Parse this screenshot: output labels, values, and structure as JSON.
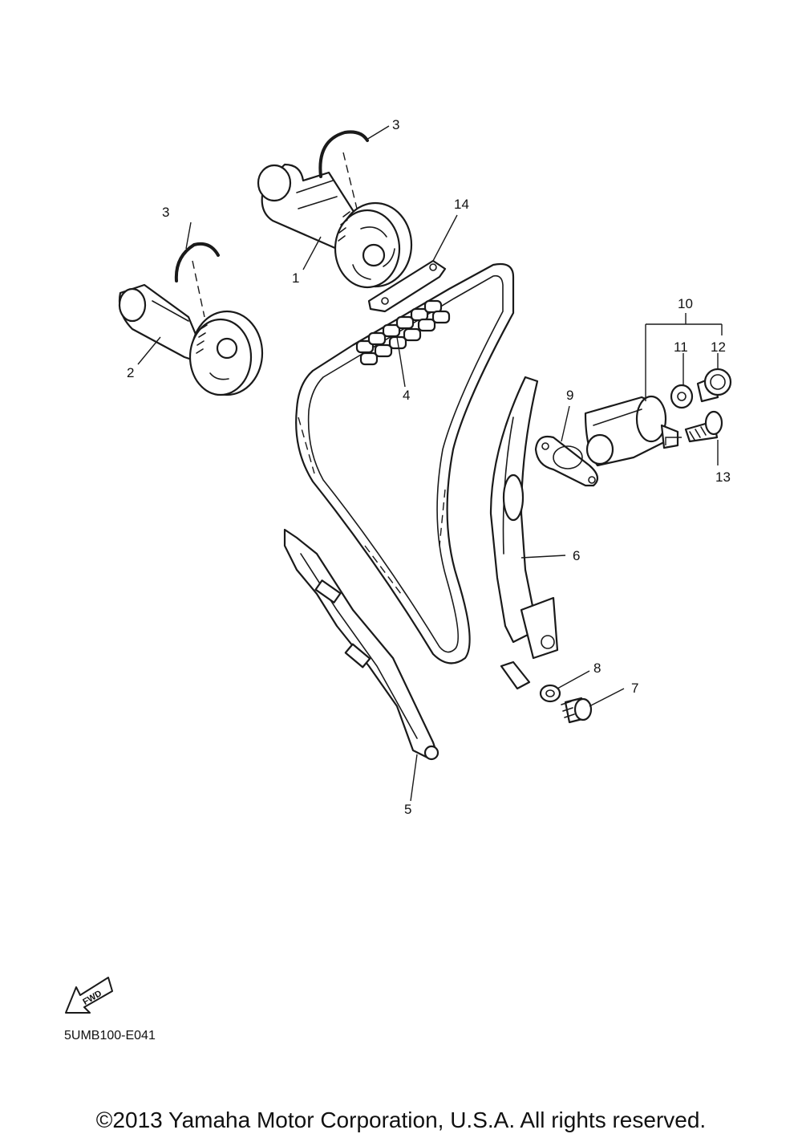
{
  "callouts": [
    {
      "id": "c1",
      "text": "1"
    },
    {
      "id": "c2",
      "text": "2"
    },
    {
      "id": "c3a",
      "text": "3"
    },
    {
      "id": "c3b",
      "text": "3"
    },
    {
      "id": "c4",
      "text": "4"
    },
    {
      "id": "c5",
      "text": "5"
    },
    {
      "id": "c6",
      "text": "6"
    },
    {
      "id": "c7",
      "text": "7"
    },
    {
      "id": "c8",
      "text": "8"
    },
    {
      "id": "c9",
      "text": "9"
    },
    {
      "id": "c10",
      "text": "10"
    },
    {
      "id": "c11",
      "text": "11"
    },
    {
      "id": "c12",
      "text": "12"
    },
    {
      "id": "c13",
      "text": "13"
    },
    {
      "id": "c14",
      "text": "14"
    }
  ],
  "fwd_label": "FWD",
  "diagram_code": "5UMB100-E041",
  "copyright": "©2013 Yamaha Motor Corporation, U.S.A. All rights reserved."
}
